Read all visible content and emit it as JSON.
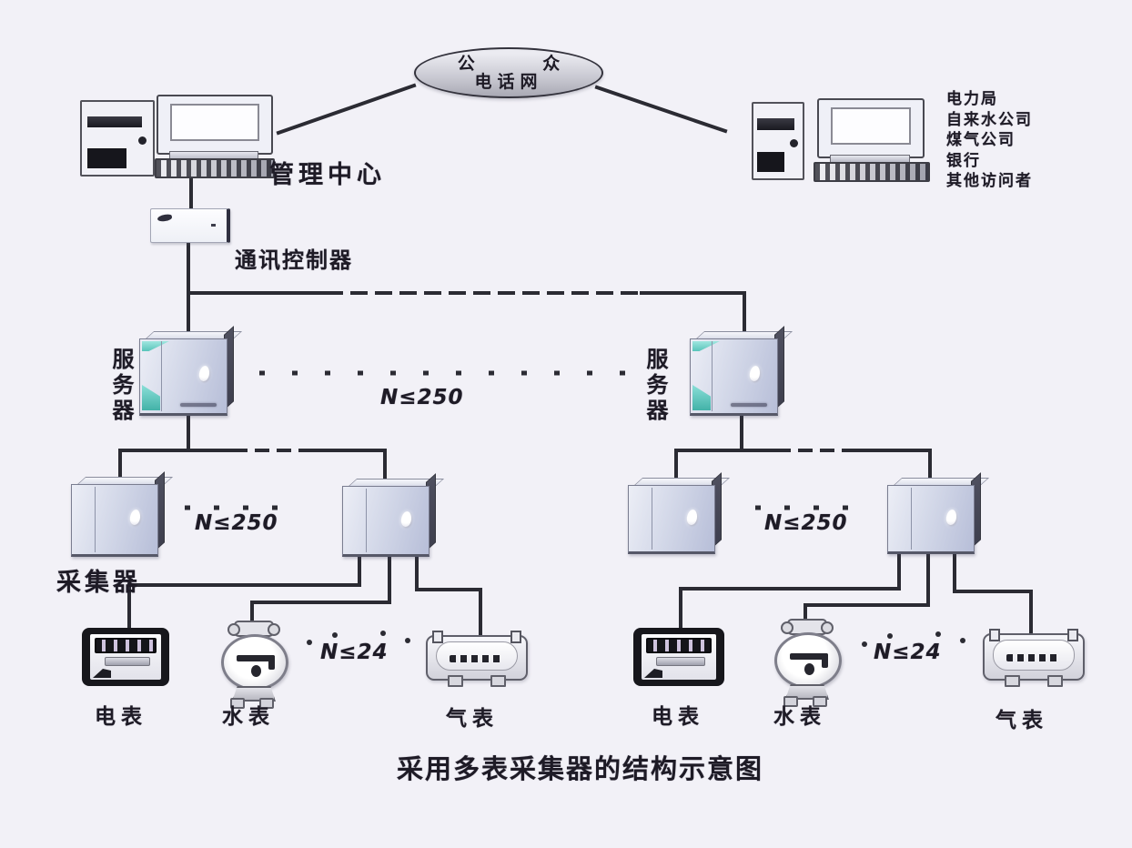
{
  "diagram": {
    "title": "采用多表采集器的结构示意图",
    "phone_network": {
      "line1": "公 众",
      "line2": "电话网"
    },
    "management_center_label": "管理中心",
    "comm_controller_label": "通讯控制器",
    "server_label": "服务器",
    "collector_label": "采集器",
    "server_count": "N≤250",
    "collector_count": "N≤250",
    "meter_count": "N≤24",
    "meter_labels": {
      "electric": "电表",
      "water": "水表",
      "gas": "气表"
    },
    "external_access": [
      "电力局",
      "自来水公司",
      "煤气公司",
      "银行",
      "其他访问者"
    ],
    "colors": {
      "background": "#f2f1f7",
      "line": "#2b2b33",
      "accent_teal": "#58c4ba",
      "box_face": "#ccd3e6",
      "meter_frame": "#17171c"
    }
  }
}
